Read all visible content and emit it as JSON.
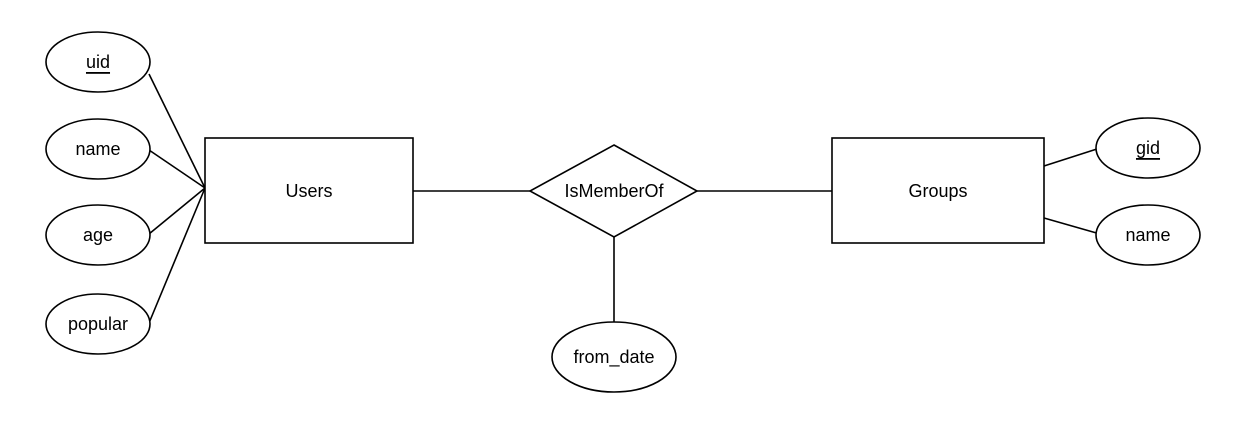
{
  "entities": {
    "users": "Users",
    "groups": "Groups"
  },
  "relationship": {
    "label": "IsMemberOf"
  },
  "attributes": {
    "users": {
      "uid": "uid",
      "name": "name",
      "age": "age",
      "popular": "popular"
    },
    "groups": {
      "gid": "gid",
      "name": "name"
    },
    "relationship": {
      "from_date": "from_date"
    }
  },
  "keys": [
    "uid",
    "gid"
  ],
  "colors": {
    "stroke": "#000000",
    "fill": "#ffffff"
  }
}
